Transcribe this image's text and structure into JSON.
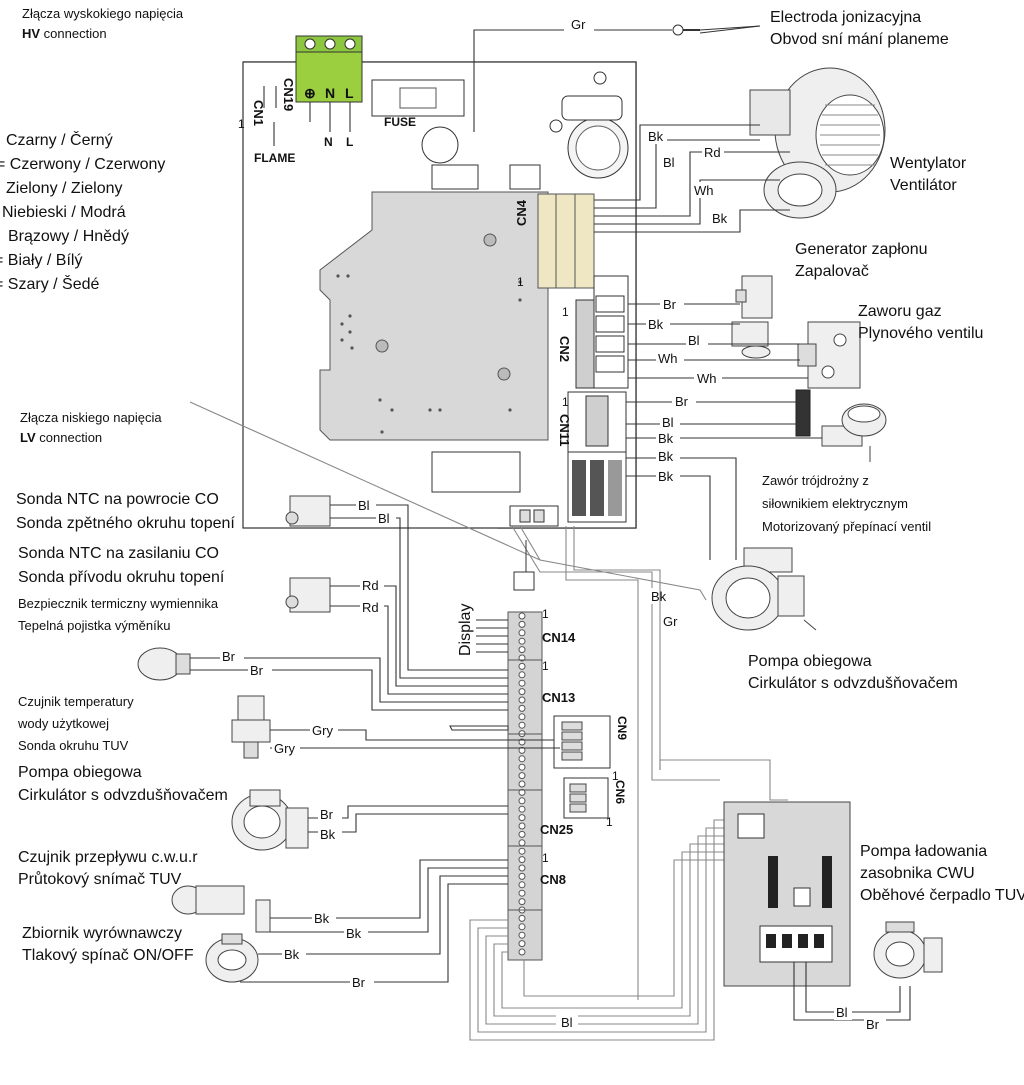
{
  "hv_header": {
    "line1": "Złącza wyskokiego napięcia",
    "bold": "HV",
    "line2_rest": " connection"
  },
  "lv_header": {
    "line1": "Złącza niskiego napięcia",
    "bold": "LV",
    "line2_rest": " connection"
  },
  "legend": [
    "Czarny / Černý",
    "= Czerwony / Czerwony",
    "Zielony / Zielony",
    "Niebieski / Modrá",
    "Brązowy / Hnědý",
    "= Biały / Bílý",
    "= Szary / Šedé"
  ],
  "terminal": {
    "earth": "⊕",
    "n": "N",
    "l": "L"
  },
  "board_labels": {
    "cn1": "CN1",
    "cn19": "CN19",
    "flame": "FLAME",
    "fuse": "FUSE",
    "n": "N",
    "l": "L",
    "one": "1",
    "cn4": "CN4",
    "cn2": "CN2",
    "cn11": "CN11",
    "display": "Display",
    "cn14": "CN14",
    "cn13": "CN13",
    "cn9": "CN9",
    "cn6": "CN6",
    "cn25": "CN25",
    "cn8": "CN8"
  },
  "components": {
    "electrode": [
      "Electroda jonizacyjna",
      "Obvod sní mání planeme"
    ],
    "fan": [
      "Wentylator",
      "Ventilátor"
    ],
    "igniter": [
      "Generator zapłonu",
      "Zapalovač"
    ],
    "gas_valve": [
      "Zaworu gaz",
      "Plynového ventilu"
    ],
    "three_way": [
      "Zawór trójdrożny z",
      "siłownikiem elektrycznym",
      "Motorizovaný přepínací ventil"
    ],
    "pump_main": [
      "Pompa obiegowa",
      "Cirkulátor s odvzdušňovačem"
    ],
    "ntc_return": [
      "Sonda NTC na powrocie CO",
      "Sonda zpětného okruhu topení"
    ],
    "ntc_supply": [
      "Sonda NTC na zasilaniu CO",
      "Sonda přívodu okruhu topení"
    ],
    "thermal_fuse": [
      "Bezpiecznik termiczny wymiennika",
      "Tepelná pojistka výměníku"
    ],
    "dhw_sensor": [
      "Czujnik temperatury",
      "wody użytkowej",
      "Sonda okruhu TUV"
    ],
    "pump_lv": [
      "Pompa obiegowa",
      "Cirkulátor s odvzdušňovačem"
    ],
    "flow_sensor": [
      "Czujnik przepływu c.w.u.r",
      "Průtokový snímač TUV"
    ],
    "expansion": [
      "Zbiornik wyrównawczy",
      "Tlakový spínač ON/OFF"
    ],
    "cwu_pump": [
      "Pompa ładowania",
      "zasobnika CWU",
      "Oběhové čerpadlo TUV"
    ]
  },
  "wires": {
    "gr_top": "Gr",
    "fan": [
      "Bk",
      "Bl",
      "Rd",
      "Wh",
      "Bk"
    ],
    "igniter": [
      "Br",
      "Bk"
    ],
    "valve": [
      "Bl",
      "Wh",
      "Wh"
    ],
    "cn11": [
      "Br",
      "Bl",
      "Bk"
    ],
    "three_way": [
      "Bk",
      "Bk"
    ],
    "pump_bk": "Bk",
    "pump_gr": "Gr",
    "ntc_return": [
      "Bl",
      "Bl"
    ],
    "ntc_supply": [
      "Rd",
      "Rd"
    ],
    "thermal_fuse": [
      "Br",
      "Br"
    ],
    "dhw": [
      "Gry",
      "Gry"
    ],
    "pump_lv": [
      "Br",
      "Bk"
    ],
    "flow": [
      "Bk",
      "Bk"
    ],
    "expansion": [
      "Bk",
      "Br"
    ],
    "bottom_bl": "Bl",
    "cwu": [
      "Bl",
      "Br"
    ]
  }
}
